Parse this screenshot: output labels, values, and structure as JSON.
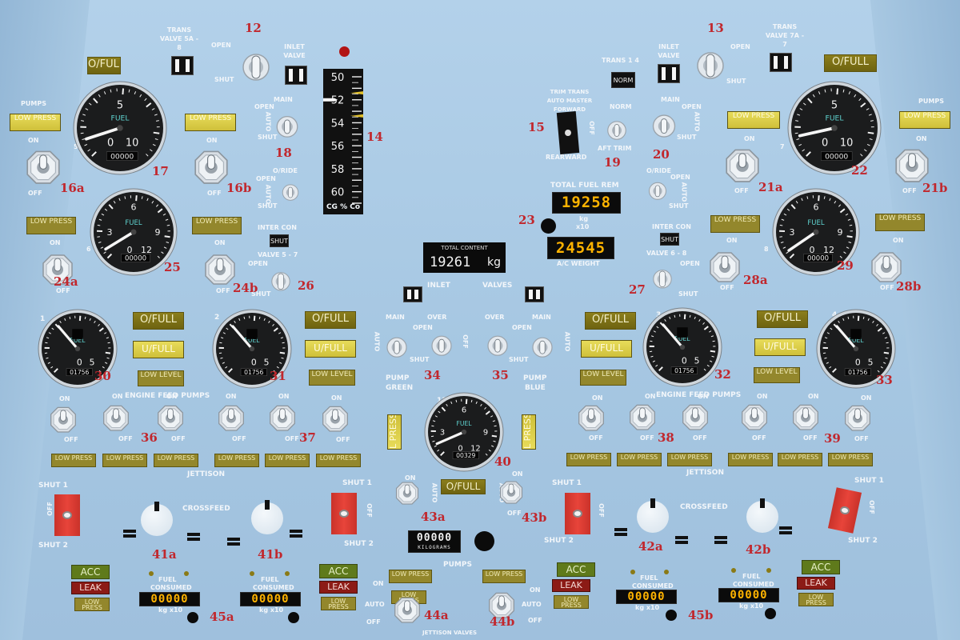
{
  "labels": {
    "trans_valve_left": "TRANS VALVE 5A - 8",
    "trans_valve_right": "TRANS VALVE 7A - 7",
    "pumps_left": "PUMPS",
    "pumps_right": "PUMPS",
    "open": "OPEN",
    "shut": "SHUT",
    "inlet_valve": "INLET VALVE",
    "main": "MAIN",
    "auto": "AUTO",
    "o_ride": "O/RIDE",
    "on": "ON",
    "off": "OFF",
    "inter_con": "INTER CON",
    "valve_5_7": "VALVE 5 - 7",
    "valve_6_8": "VALVE 6 - 8",
    "trans_1_4": "TRANS 1 4",
    "norm": "NORM",
    "trim_trans": "TRIM TRANS",
    "auto_master": "AUTO MASTER",
    "forward": "FORWARD",
    "rearward": "REARWARD",
    "aft_trim": "AFT TRIM",
    "total_fuel_rem": "TOTAL FUEL REM",
    "kg": "kg",
    "x10": "x10",
    "ac_weight": "A/C WEIGHT",
    "total_content": "TOTAL CONTENT",
    "total_content_unit": "kg",
    "inlet_valves_a": "INLET",
    "inlet_valves_b": "VALVES",
    "over": "OVER",
    "pump_green_a": "PUMP",
    "pump_green_b": "GREEN",
    "pump_blue_a": "PUMP",
    "pump_blue_b": "BLUE",
    "engine_feed_pumps_left": "ENGINE      FEED      PUMPS",
    "engine_feed_pumps_right": "ENGINE      FEED      PUMPS",
    "jettison": "JETTISON",
    "crossfeed": "CROSSFEED",
    "shut_1": "SHUT 1",
    "shut_2": "SHUT 2",
    "pumps_bottom": "PUMPS",
    "jettison_valves": "JETTISON VALVES",
    "fuel_consumed_a": "FUEL",
    "fuel_consumed_b": "CONSUMED",
    "kg_x10": "kg x10",
    "kilograms": "KILOGRAMS",
    "cg_scale_title": "CG % Co"
  },
  "annunciators": {
    "ofull": "O/FULL",
    "ufull": "U/FULL",
    "low_press": "LOW PRESS",
    "low_level": "LOW LEVEL",
    "acc": "ACC",
    "leak": "LEAK",
    "l_press": "L PRESS",
    "norm": "NORM",
    "shut": "SHUT"
  },
  "cg_scale": {
    "ticks": [
      "50",
      "52",
      "54",
      "56",
      "58",
      "60"
    ],
    "pointer": 52.0,
    "bug1": 51.4,
    "bug2": 53.4,
    "min": 50,
    "max": 61
  },
  "gauges": {
    "fuel_label": "FUEL",
    "g17": {
      "tank": "5",
      "t_top": "5",
      "t_left": "0",
      "t_right": "10",
      "counter": "00000",
      "value": 0.1
    },
    "g22": {
      "tank": "7",
      "t_top": "5",
      "t_left": "0",
      "t_right": "10",
      "counter": "00000",
      "value": 0.12
    },
    "g25": {
      "tank": "6",
      "t_top": "6",
      "t_left": "3",
      "t_mid": "0",
      "t_right": "9",
      "t_bottom": "12",
      "counter": "00000",
      "value": 0.05
    },
    "g29": {
      "tank": "8",
      "t_top": "6",
      "t_left": "3",
      "t_mid": "0",
      "t_right": "9",
      "t_bottom": "12",
      "counter": "00000",
      "value": 0.04
    },
    "g30": {
      "tank": "1",
      "t_left": "0",
      "t_right": "5",
      "counter": "01756",
      "value": 0.35
    },
    "g31": {
      "tank": "2",
      "t_left": "0",
      "t_right": "5",
      "counter": "01756",
      "value": 0.35
    },
    "g32": {
      "tank": "3",
      "t_left": "0",
      "t_right": "5",
      "counter": "01756",
      "value": 0.35
    },
    "g33": {
      "tank": "4",
      "t_left": "0",
      "t_right": "5",
      "counter": "01756",
      "value": 0.35
    },
    "g40": {
      "tank": "11",
      "t_top": "6",
      "t_left": "3",
      "t_mid": "0",
      "t_right": "9",
      "t_bottom": "12",
      "counter": "00329",
      "value": 0.08
    }
  },
  "displays": {
    "total_fuel_rem": "19258",
    "ac_weight": "24545",
    "total_content": "19261",
    "kilograms_counter": "00000",
    "fuel_consumed_1": "00000",
    "fuel_consumed_2": "00000",
    "fuel_consumed_3": "00000",
    "fuel_consumed_4": "00000"
  },
  "callouts": [
    "12",
    "13",
    "14",
    "15",
    "16a",
    "16b",
    "17",
    "18",
    "19",
    "20",
    "21a",
    "21b",
    "22",
    "23",
    "24a",
    "24b",
    "25",
    "26",
    "27",
    "28a",
    "28b",
    "29",
    "30",
    "31",
    "32",
    "33",
    "34",
    "35",
    "36",
    "37",
    "38",
    "39",
    "40",
    "41a",
    "41b",
    "42a",
    "42b",
    "43a",
    "43b",
    "44a",
    "44b",
    "45a",
    "45b"
  ],
  "colors": {
    "panel": "#a9c9e4",
    "callout": "#c1272d",
    "annunciator_olive": "#93872c",
    "annunciator_lit": "#e0d34c",
    "warning_red": "#8c1b16",
    "shutter_red": "#e0403a",
    "digital_amber": "#ffb300"
  }
}
